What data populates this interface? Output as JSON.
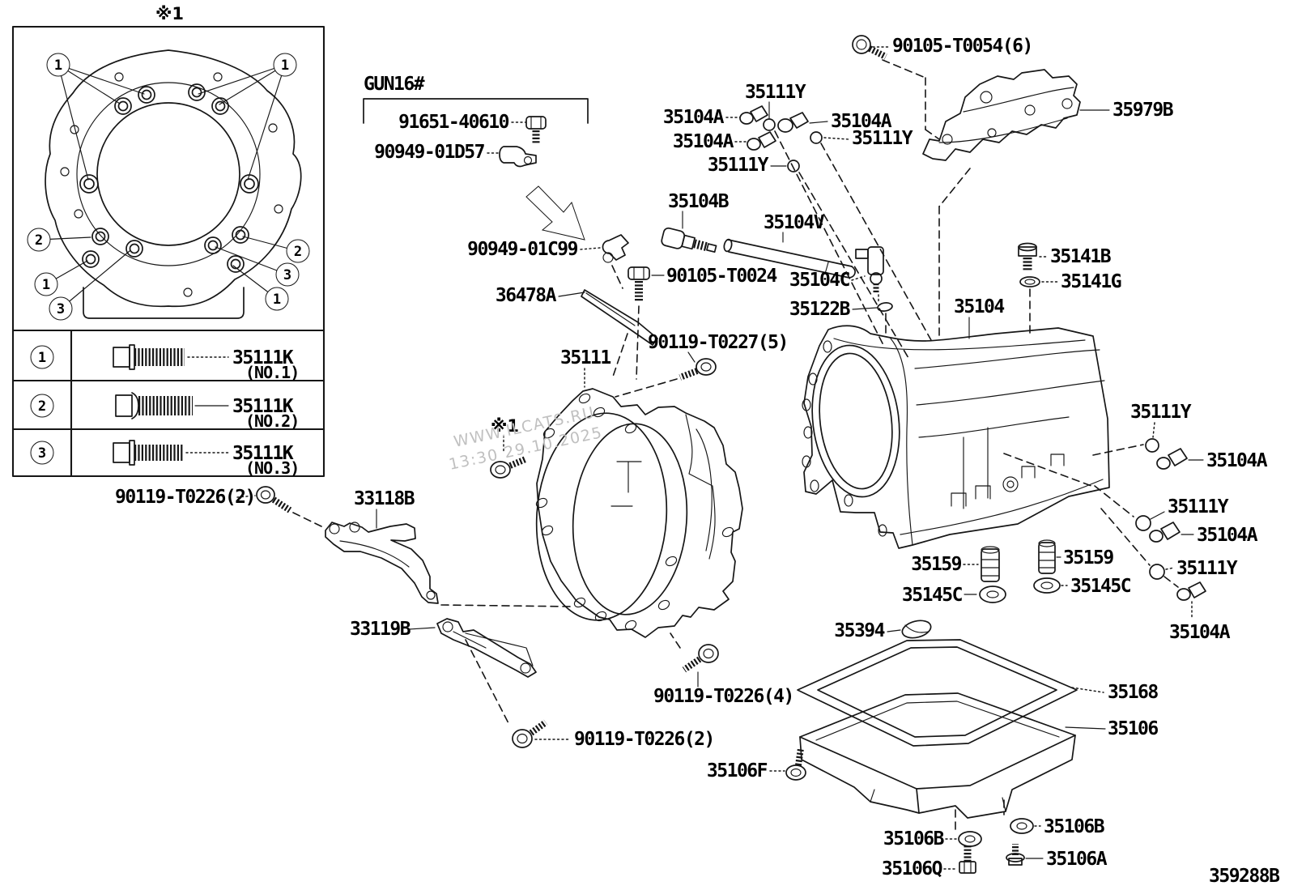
{
  "page": {
    "footnote": "※1",
    "diagram_code": "359288B"
  },
  "watermark": {
    "line1": "WWW.ILCATS.RU",
    "line2": "13:30 29.10.2025"
  },
  "legend": {
    "rows": [
      {
        "num": "1",
        "part": "35111K",
        "note": "(NO.1)"
      },
      {
        "num": "2",
        "part": "35111K",
        "note": "(NO.2)"
      },
      {
        "num": "3",
        "part": "35111K",
        "note": "(NO.3)"
      }
    ]
  },
  "inset": {
    "callouts": [
      "1",
      "1",
      "2",
      "2",
      "1",
      "3",
      "3",
      "1"
    ]
  },
  "labels": {
    "gun16": "GUN16#",
    "p91651": "91651-40610",
    "p90949d57": "90949-01D57",
    "p90949c99": "90949-01C99",
    "p90105t0024": "90105-T0024",
    "p90105t0054": "90105-T0054(6)",
    "p90119t0226x2": "90119-T0226(2)",
    "p90119t0226x4": "90119-T0226(4)",
    "p90119t0227x5": "90119-T0227(5)",
    "p33118b": "33118B",
    "p33119b": "33119B",
    "p35111": "35111",
    "p35104": "35104",
    "p35104a": "35104A",
    "p35104b": "35104B",
    "p35104c": "35104C",
    "p35104v": "35104V",
    "p35111y": "35111Y",
    "p35122b": "35122B",
    "p35141b": "35141B",
    "p35141g": "35141G",
    "p35145c": "35145C",
    "p35159": "35159",
    "p35168": "35168",
    "p35106": "35106",
    "p35106a": "35106A",
    "p35106b": "35106B",
    "p35106f": "35106F",
    "p35106q": "35106Q",
    "p35394": "35394",
    "p35979b": "35979B",
    "p36478a": "36478A"
  }
}
